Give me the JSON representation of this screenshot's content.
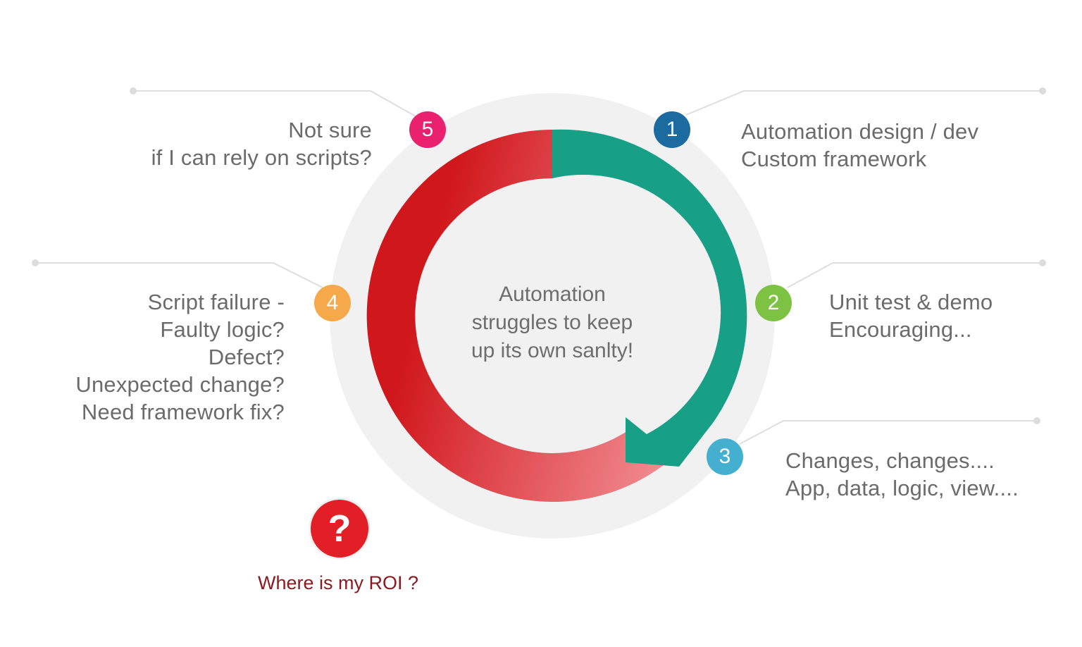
{
  "center": {
    "lines": [
      "Automation",
      "struggles to keep",
      "up its own sanlty!"
    ]
  },
  "steps": [
    {
      "number": "1",
      "color": "#1c6ba0",
      "lines": [
        "Automation design / dev",
        "Custom framework"
      ]
    },
    {
      "number": "2",
      "color": "#7dc242",
      "lines": [
        "Unit test & demo",
        "Encouraging..."
      ]
    },
    {
      "number": "3",
      "color": "#45afd0",
      "lines": [
        "Changes, changes....",
        "App, data, logic, view...."
      ]
    },
    {
      "number": "4",
      "color": "#f6a94a",
      "lines": [
        "Script failure -",
        "Faulty logic?",
        "Defect?",
        "Unexpected change?",
        "Need framework fix?"
      ]
    },
    {
      "number": "5",
      "color": "#e9216f",
      "lines": [
        "Not sure",
        "if I can rely on scripts?"
      ]
    }
  ],
  "roi": {
    "icon": "?",
    "label": "Where is my ROI ?",
    "color": "#e21f26",
    "text_color": "#8b1a1f"
  },
  "ring": {
    "green": "#17a085",
    "red": "#d0181c",
    "pink": "#f08a8e",
    "background": "#f1f1f1"
  }
}
